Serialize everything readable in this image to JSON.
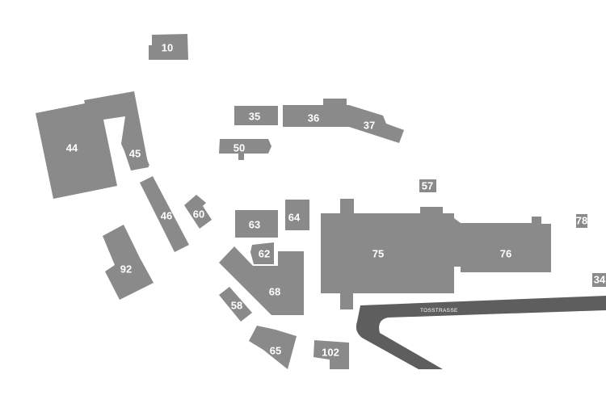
{
  "buildings": {
    "b10": "10",
    "b34": "34",
    "b35": "35",
    "b36": "36",
    "b37": "37",
    "b44": "44",
    "b45": "45",
    "b46": "46",
    "b50": "50",
    "b57": "57",
    "b58": "58",
    "b60": "60",
    "b62": "62",
    "b63": "63",
    "b64": "64",
    "b65": "65",
    "b68": "68",
    "b75": "75",
    "b76": "76",
    "b78": "78",
    "b92": "92",
    "b102": "102"
  },
  "streets": {
    "tosstrasse": "TOSSTRASSE"
  },
  "colors": {
    "building": "#8a8a8a",
    "road": "#5e5e5e",
    "label": "#ffffff",
    "background": "#ffffff"
  }
}
